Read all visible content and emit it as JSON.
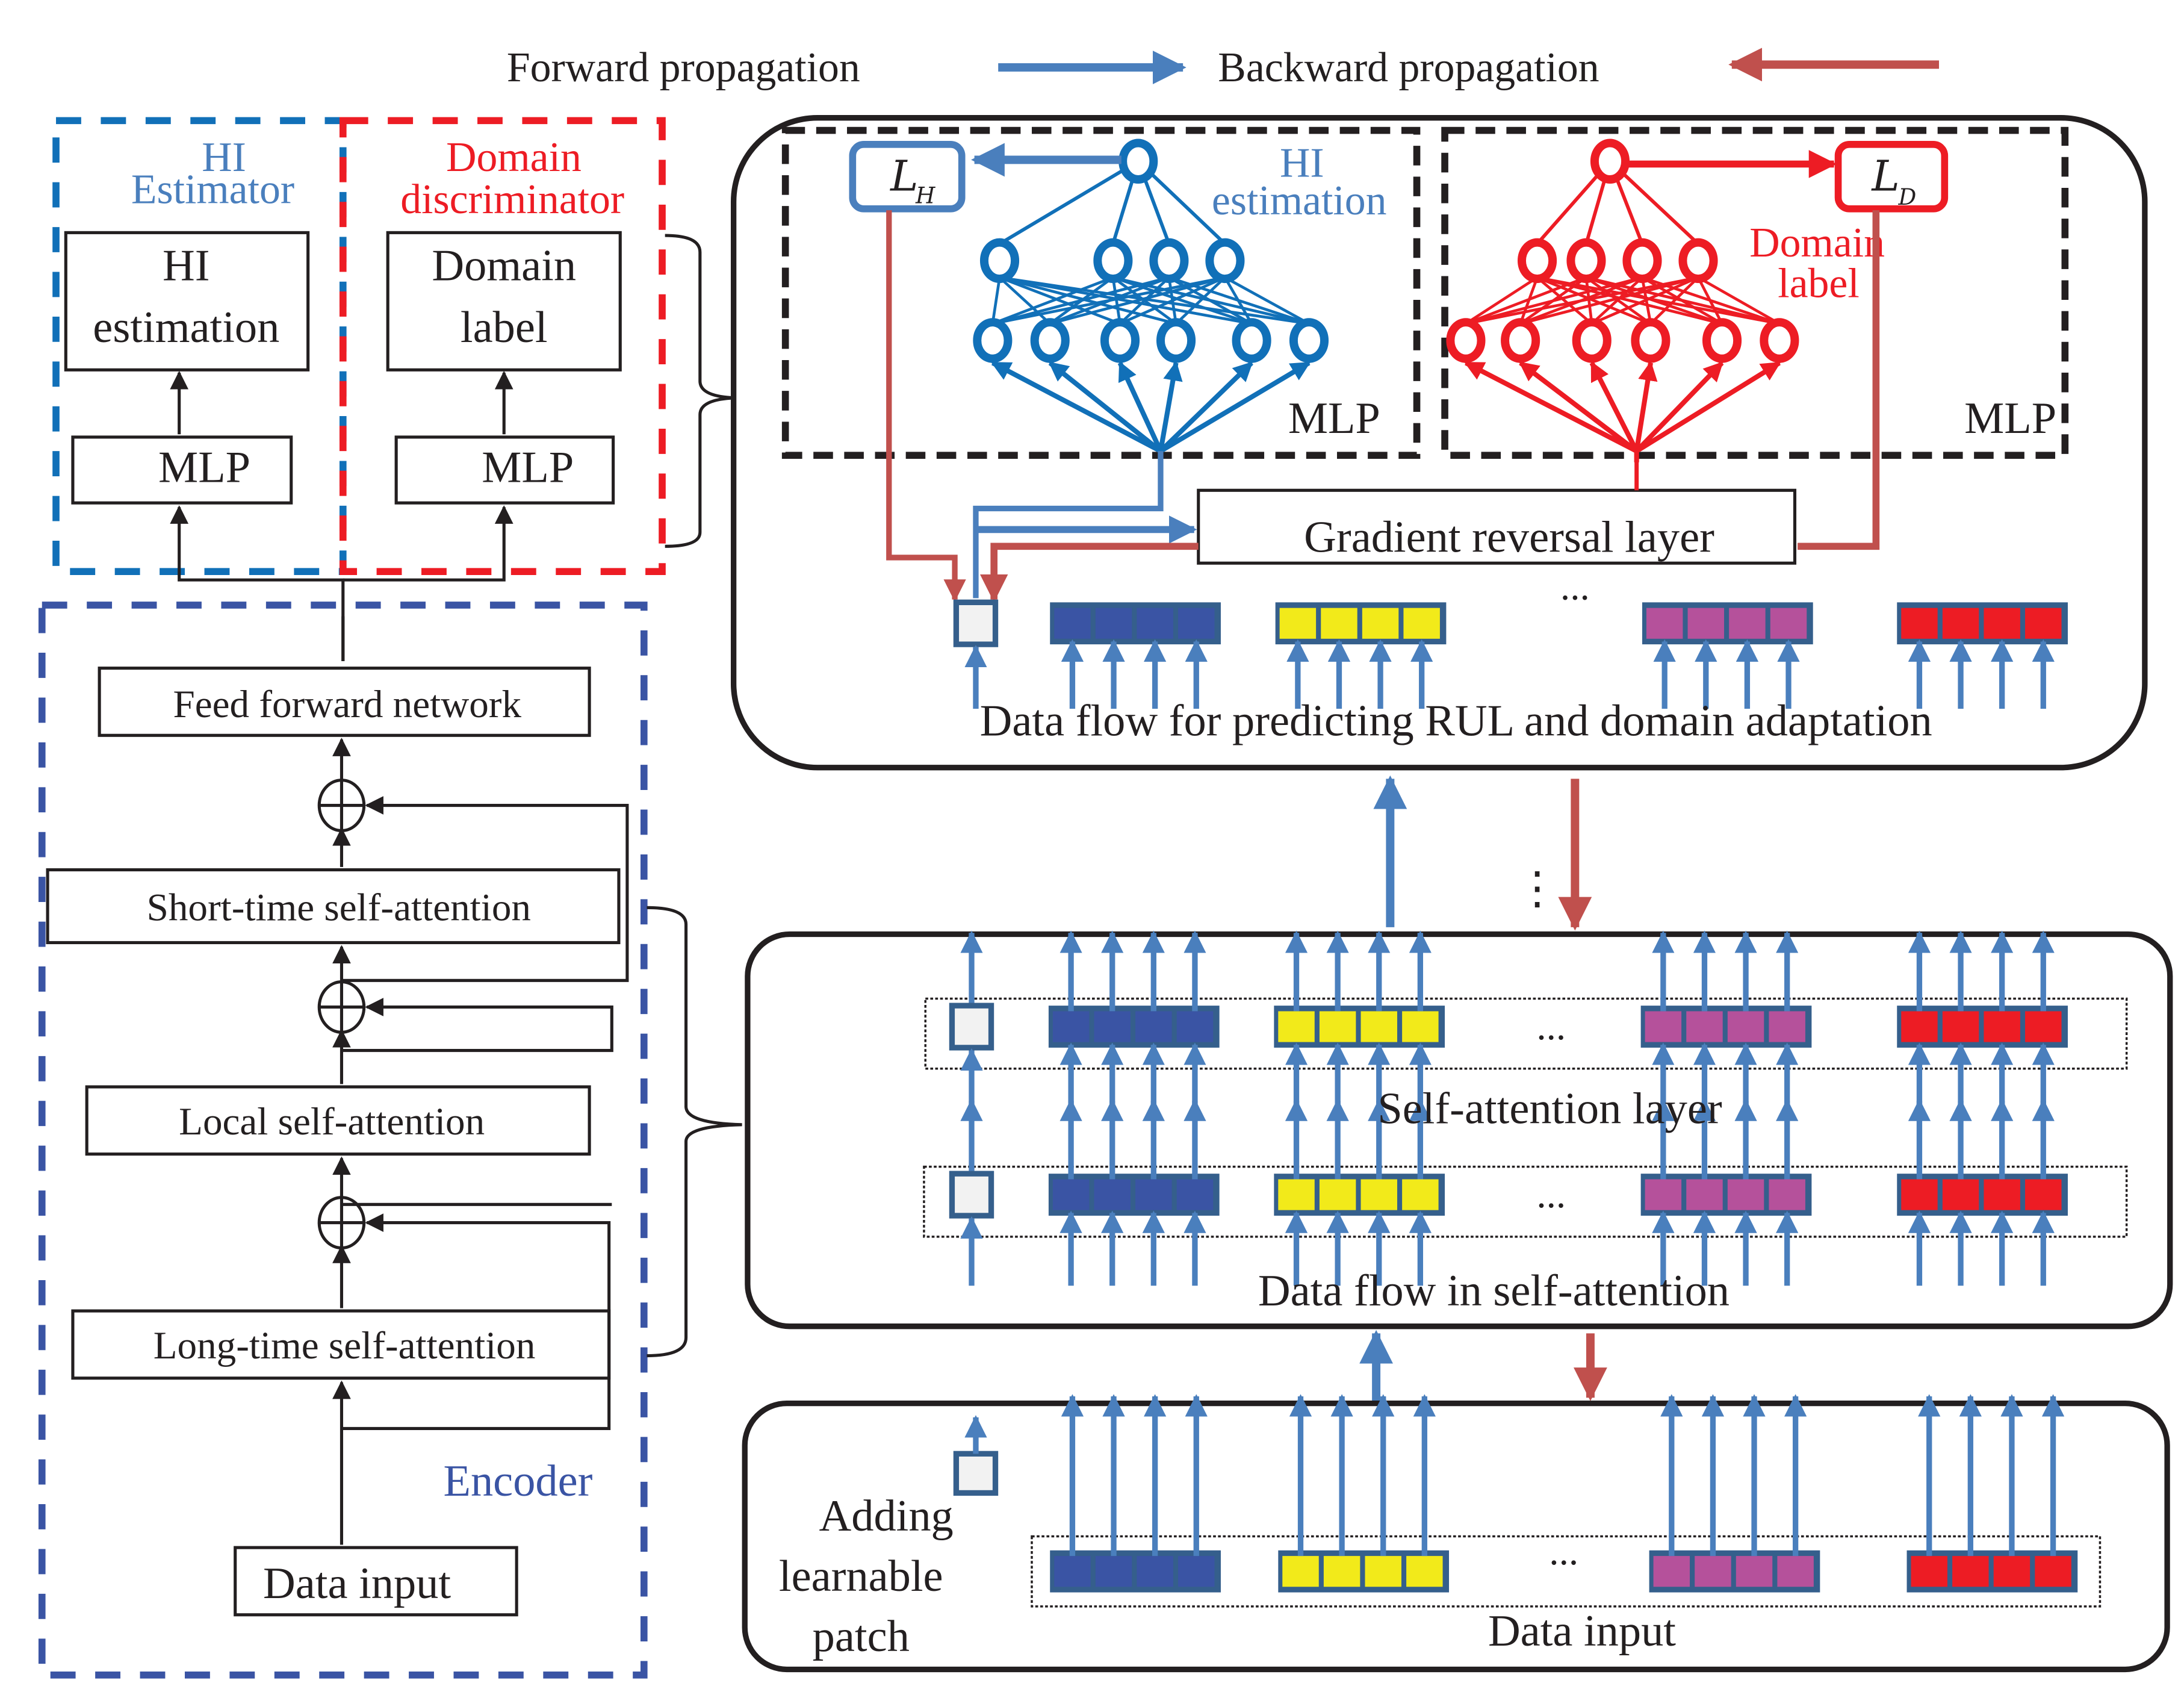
{
  "legend": {
    "forward_label": "Forward propagation",
    "backward_label": "Backward propagation",
    "forward_color": "#4a7fbd",
    "backward_color": "#c0504d"
  },
  "left": {
    "hi_estimator": {
      "title_line1": "HI",
      "title_line2": "Estimator",
      "out_line1": "HI",
      "out_line2": "estimation",
      "mlp": "MLP",
      "color": "#1170b8"
    },
    "domain_disc": {
      "title_line1": "Domain",
      "title_line2": "discriminator",
      "out_line1": "Domain",
      "out_line2": "label",
      "mlp": "MLP",
      "color": "#ed1c24"
    },
    "encoder": {
      "title": "Encoder",
      "color": "#3a54a4",
      "blocks": [
        "Feed forward network",
        "Short-time self-attention",
        "Local self-attention",
        "Long-time self-attention"
      ],
      "input": "Data input",
      "add_symbol": "⊕"
    }
  },
  "top_panel": {
    "caption": "Data flow for predicting RUL and domain adaptation",
    "hi_mlp": {
      "loss": "L",
      "loss_sub": "H",
      "label_line1": "HI",
      "label_line2": "estimation",
      "mlp": "MLP"
    },
    "dom_mlp": {
      "loss": "L",
      "loss_sub": "D",
      "label_line1": "Domain",
      "label_line2": "label",
      "mlp": "MLP"
    },
    "grl": "Gradient reversal layer",
    "ellipsis": "..."
  },
  "middle": {
    "vertical_ellipsis": "⋮"
  },
  "sa_panel": {
    "layer_label": "Self-attention layer",
    "caption": "Data flow in self-attention",
    "ellipsis": "..."
  },
  "input_panel": {
    "learnable_line1": "Adding",
    "learnable_line2": "learnable",
    "learnable_line3": "patch",
    "caption": "Data input",
    "ellipsis": "..."
  },
  "patches": {
    "border": "#355f8c",
    "groups": [
      {
        "name": "blue",
        "color": "#3a54a4"
      },
      {
        "name": "yellow",
        "color": "#f2ea1a"
      },
      {
        "name": "magenta",
        "color": "#b5519b"
      },
      {
        "name": "red",
        "color": "#ed1c24"
      }
    ],
    "learnable_color": "#f2f2f2",
    "cells_per_group": 4
  }
}
